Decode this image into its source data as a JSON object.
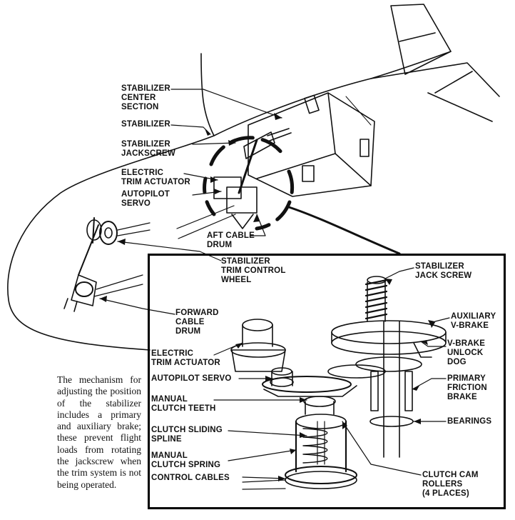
{
  "labels": {
    "stabilizer_center_section": "STABILIZER\nCENTER\nSECTION",
    "stabilizer": "STABILIZER",
    "stabilizer_jackscrew": "STABILIZER\nJACKSCREW",
    "electric_trim_actuator": "ELECTRIC\nTRIM ACTUATOR",
    "autopilot_servo": "AUTOPILOT\nSERVO",
    "aft_cable_drum": "AFT CABLE\nDRUM",
    "stabilizer_trim_control_wheel": "STABILIZER\nTRIM CONTROL\nWHEEL",
    "forward_cable_drum": "FORWARD\nCABLE\nDRUM",
    "detail_jack_screw": "STABILIZER\nJACK SCREW",
    "detail_auxiliary_vbrake": "AUXILIARY\nV-BRAKE",
    "detail_vbrake_unlock_dog": "V-BRAKE\nUNLOCK\nDOG",
    "detail_primary_friction_brake": "PRIMARY\nFRICTION\nBRAKE",
    "detail_bearings": "BEARINGS",
    "detail_electric_trim_actuator": "ELECTRIC\nTRIM ACTUATOR",
    "detail_autopilot_servo": "AUTOPILOT SERVO",
    "detail_manual_clutch_teeth": "MANUAL\nCLUTCH TEETH",
    "detail_clutch_sliding_spline": "CLUTCH SLIDING\nSPLINE",
    "detail_manual_clutch_spring": "MANUAL\nCLUTCH SPRING",
    "detail_control_cables": "CONTROL CABLES",
    "detail_clutch_cam_rollers": "CLUTCH CAM\nROLLERS\n(4 PLACES)"
  },
  "caption": "The mechanism for adjusting the position of the stabilizer includes a primary and auxiliary brake; these prevent flight loads from rotating the jackscrew when the trim system is not being operated."
}
